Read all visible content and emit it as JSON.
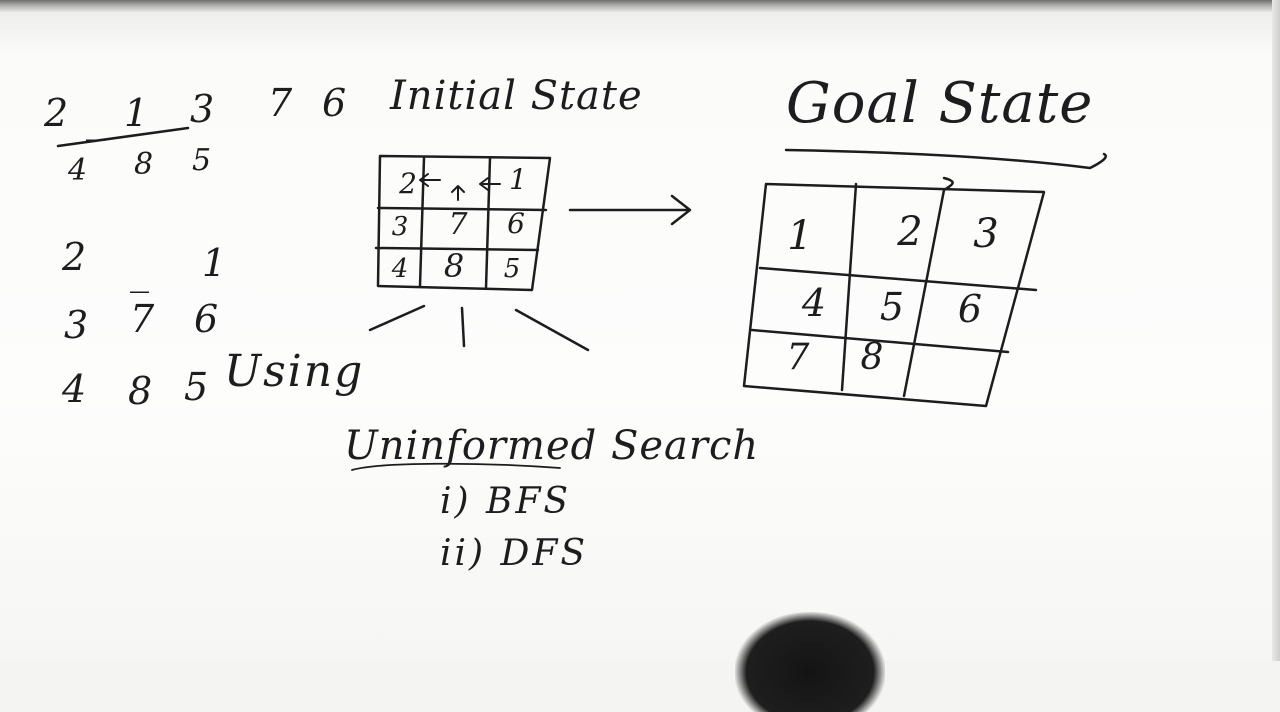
{
  "board": {
    "left_notes": {
      "row1": [
        "2",
        "_",
        "1",
        "3",
        "7",
        "6"
      ],
      "row2": [
        "4",
        "8",
        "5"
      ],
      "grid_lines": [
        [
          "2",
          "_",
          "1"
        ],
        [
          "3",
          "7",
          "6"
        ],
        [
          "4",
          "8",
          "5"
        ]
      ]
    },
    "initial_state": {
      "title": "Initial State",
      "cells": [
        [
          "2",
          "",
          "1"
        ],
        [
          "3",
          "7",
          "6"
        ],
        [
          "4",
          "8",
          "5"
        ]
      ]
    },
    "goal_state": {
      "title": "Goal State",
      "cells": [
        [
          "1",
          "2",
          "3"
        ],
        [
          "4",
          "5",
          "6"
        ],
        [
          "7",
          "8",
          ""
        ]
      ]
    },
    "method": {
      "using": "Using",
      "heading": "Uninformed Search",
      "items": [
        "i) BFS",
        "ii) DFS"
      ]
    }
  }
}
